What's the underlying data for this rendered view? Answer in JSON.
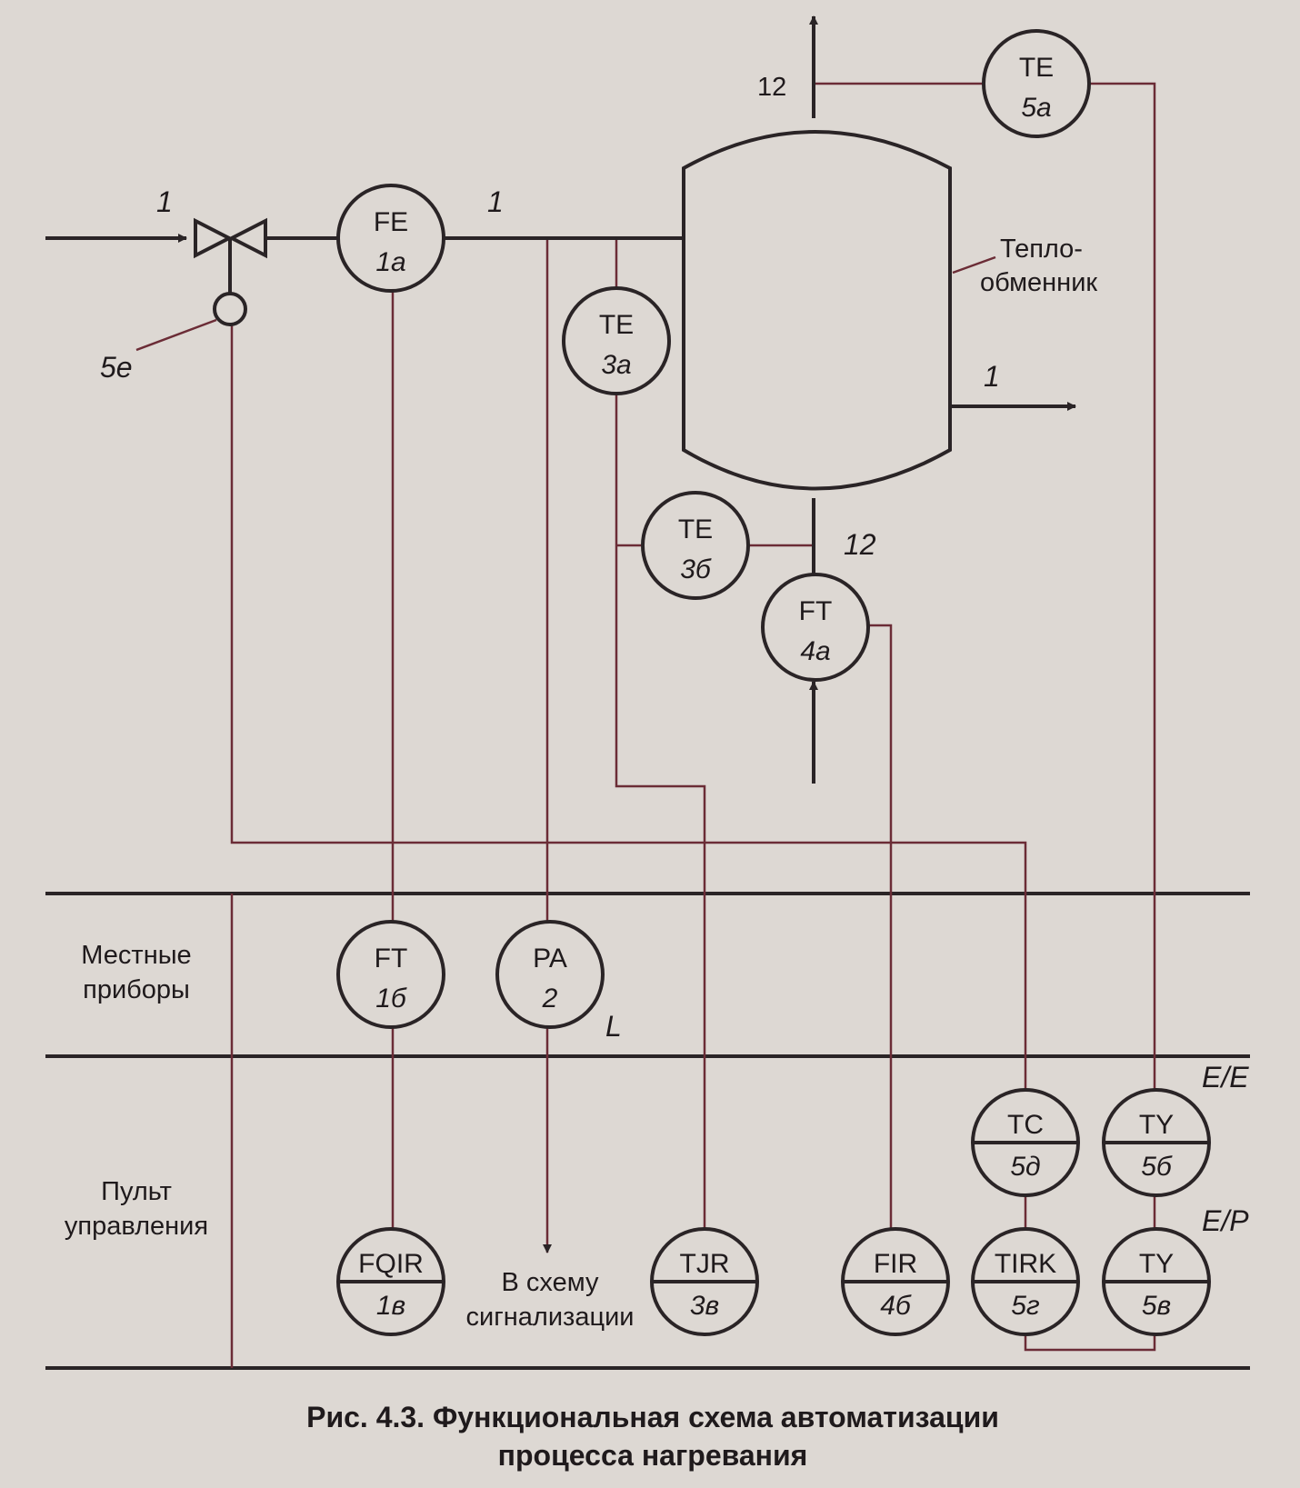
{
  "stream_labels": {
    "inlet": "1",
    "pipe_mid": "1",
    "outlet_right": "1",
    "steam_top": "12",
    "steam_bottom": "12"
  },
  "heat_exchanger": {
    "label_line1": "Тепло-",
    "label_line2": "обменник"
  },
  "actuator": {
    "label": "5е"
  },
  "instruments": [
    {
      "id": "fe_1a",
      "tag": "FE",
      "num": "1а"
    },
    {
      "id": "te_3a",
      "tag": "TE",
      "num": "3а"
    },
    {
      "id": "te_3b",
      "tag": "TE",
      "num": "3б"
    },
    {
      "id": "ft_4a",
      "tag": "FT",
      "num": "4а"
    },
    {
      "id": "te_5a",
      "tag": "TE",
      "num": "5а"
    },
    {
      "id": "ft_1b",
      "tag": "FT",
      "num": "1б"
    },
    {
      "id": "pa_2",
      "tag": "PA",
      "num": "2"
    },
    {
      "id": "fqir_1v",
      "tag": "FQIR",
      "num": "1в"
    },
    {
      "id": "tjr_3v",
      "tag": "TJR",
      "num": "3в"
    },
    {
      "id": "fir_4b",
      "tag": "FIR",
      "num": "4б"
    },
    {
      "id": "tc_5d",
      "tag": "TC",
      "num": "5д"
    },
    {
      "id": "ty_5b",
      "tag": "TY",
      "num": "5б"
    },
    {
      "id": "tirk_5g",
      "tag": "TIRK",
      "num": "5г"
    },
    {
      "id": "ty_5v",
      "tag": "TY",
      "num": "5в"
    }
  ],
  "zones": {
    "local_line1": "Местные",
    "local_line2": "приборы",
    "panel_line1": "Пульт",
    "panel_line2": "управления"
  },
  "annotations": {
    "alarm_limit": "L",
    "converter_ee": "E/E",
    "converter_ep": "E/P",
    "to_alarm_line1": "В схему",
    "to_alarm_line2": "сигнализации"
  },
  "caption": {
    "line1": "Рис. 4.3. Функциональная схема автоматизации",
    "line2": "процесса нагревания"
  }
}
